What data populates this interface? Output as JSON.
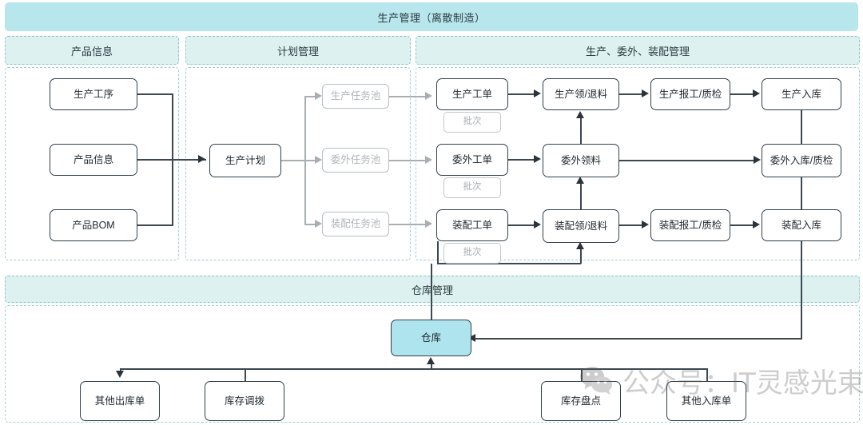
{
  "header": {
    "title": "生产管理（离散制造）"
  },
  "sections": [
    {
      "id": "product-info",
      "label": "产品信息"
    },
    {
      "id": "plan-management",
      "label": "计划管理"
    },
    {
      "id": "prod-out-assy",
      "label": "生产、委外、装配管理"
    },
    {
      "id": "warehouse",
      "label": "仓库管理"
    }
  ],
  "nodes": {
    "production_process": "生产工序",
    "product_info": "产品信息",
    "product_bom": "产品BOM",
    "production_plan": "生产计划",
    "pool_production": "生产任务池",
    "pool_outsource": "委外任务池",
    "pool_assembly": "装配任务池",
    "wo_production": "生产工单",
    "wo_outsource": "委外工单",
    "wo_assembly": "装配工单",
    "batch_1": "批次",
    "batch_2": "批次",
    "batch_3": "批次",
    "prod_issue_return": "生产领/退料",
    "out_issue": "委外领料",
    "assy_issue_return": "装配领/退料",
    "prod_report_qc": "生产报工/质检",
    "assy_report_qc": "装配报工/质检",
    "prod_instock": "生产入库",
    "out_instock_qc": "委外入库/质检",
    "assy_instock": "装配入库",
    "warehouse": "仓库",
    "other_outbound": "其他出库单",
    "stock_transfer": "库存调拨",
    "stock_count": "库存盘点",
    "other_inbound": "其他入库单"
  },
  "watermark": {
    "text": "公众号：IT灵感光束",
    "icon": "wechat-icon"
  },
  "colors": {
    "band": "#b7e6ec",
    "subband": "#ddf1f0",
    "panel_border": "#9fd0d2",
    "node_border": "#31404a",
    "ghost": "#b9bec2",
    "accent": "#aee4ee",
    "line": "#3c4750"
  }
}
